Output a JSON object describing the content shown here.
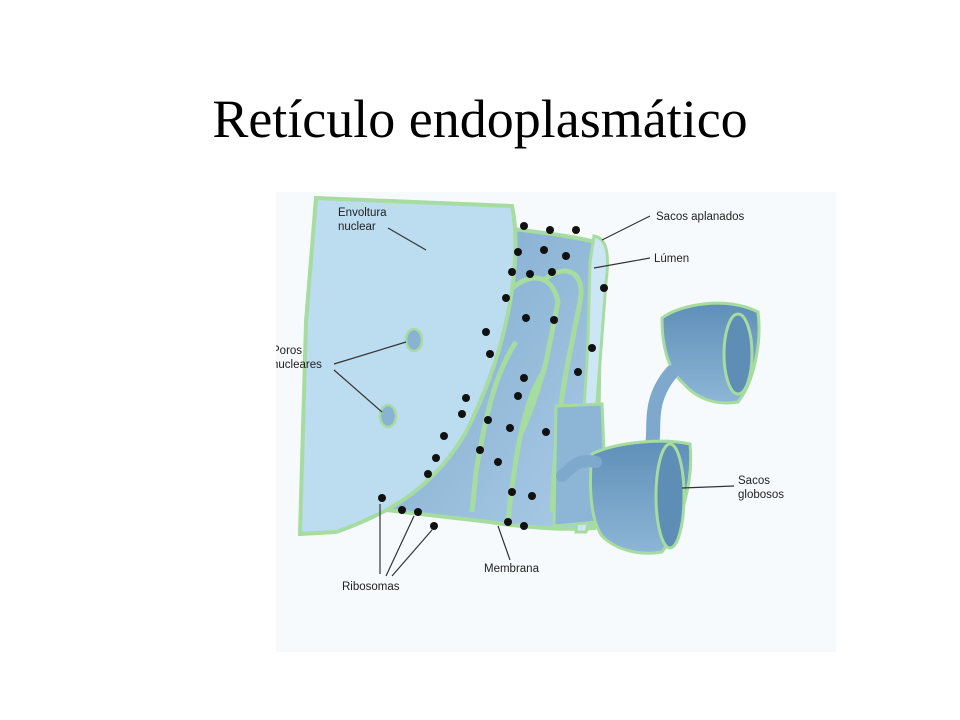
{
  "slide": {
    "title": "Retículo endoplasmático"
  },
  "diagram": {
    "labels": {
      "envoltura_l1": "Envoltura",
      "envoltura_l2": "nuclear",
      "poros_l1": "Poros",
      "poros_l2": "nucleares",
      "ribosomas": "Ribosomas",
      "membrana": "Membrana",
      "sacos_aplanados": "Sacos aplanados",
      "lumen": "Lúmen",
      "sacos_globosos_l1": "Sacos",
      "sacos_globosos_l2": "globosos"
    },
    "colors": {
      "nucleus": "#bcdcf0",
      "er_light": "#b7d7ee",
      "er_mid": "#88b3d4",
      "er_dark": "#6a96bc",
      "membrane": "#a6dca0",
      "ribosome": "#111111"
    }
  }
}
